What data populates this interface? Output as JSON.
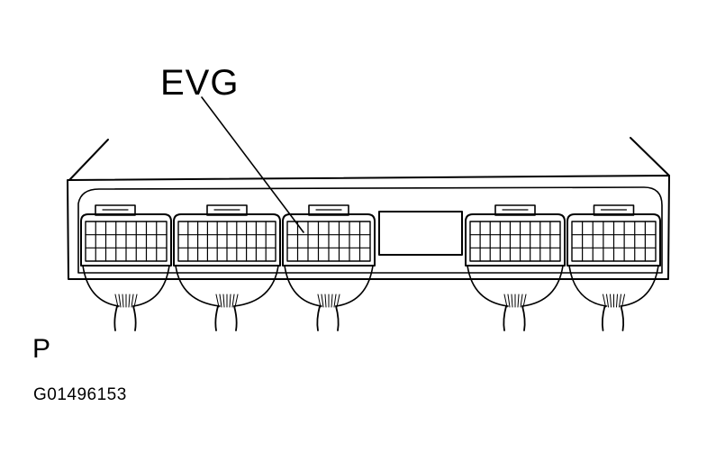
{
  "callout_label": "EVG",
  "view_letter": "P",
  "figure_code": "G01496153",
  "connectors": [
    {
      "id": "connector-1",
      "pin_columns": 8
    },
    {
      "id": "connector-2",
      "pin_columns": 10
    },
    {
      "id": "connector-3",
      "pin_columns": 8
    },
    {
      "id": "connector-4",
      "pin_columns": 9
    },
    {
      "id": "connector-5",
      "pin_columns": 8
    }
  ]
}
